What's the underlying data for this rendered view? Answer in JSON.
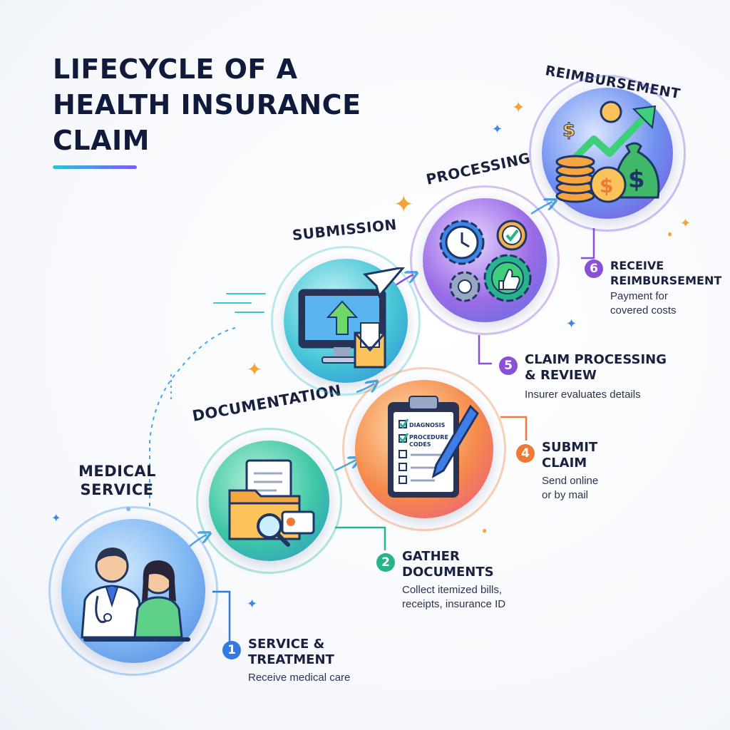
{
  "title": {
    "line1": "LIFECYCLE OF A",
    "line2": "HEALTH INSURANCE",
    "line3": "CLAIM"
  },
  "stages": {
    "medical": {
      "label_line1": "MEDICAL",
      "label_line2": "SERVICE"
    },
    "documentation": {
      "label": "DOCUMENTATION"
    },
    "submission": {
      "label": "SUBMISSION"
    },
    "processing": {
      "label": "PROCESSING"
    },
    "reimbursement": {
      "label": "REIMBURSEMENT"
    }
  },
  "clipboard": {
    "item1": "DIAGNOSIS",
    "item2": "PROCEDURE",
    "item3": "CODES"
  },
  "steps": [
    {
      "number": "1",
      "title": "SERVICE &\nTREATMENT",
      "description": "Receive medical care"
    },
    {
      "number": "2",
      "title": "GATHER\nDOCUMENTS",
      "description": "Collect itemized bills,\nreceipts, insurance ID"
    },
    {
      "number": "4",
      "title": "SUBMIT\nCLAIM",
      "description": "Send online\nor by mail"
    },
    {
      "number": "5",
      "title": "CLAIM PROCESSING\n& REVIEW",
      "description": "Insurer evaluates details"
    },
    {
      "number": "6",
      "title": "RECEIVE\nREIMBURSEMENT",
      "description": "Payment for\ncovered costs"
    }
  ],
  "colors": {
    "step1": "#2f7be0",
    "step2": "#27b38c",
    "step4": "#f07a35",
    "step5": "#8a50d8",
    "step6": "#8a50d8",
    "spark_orange": "#f4a335",
    "spark_blue": "#3d86e6"
  }
}
